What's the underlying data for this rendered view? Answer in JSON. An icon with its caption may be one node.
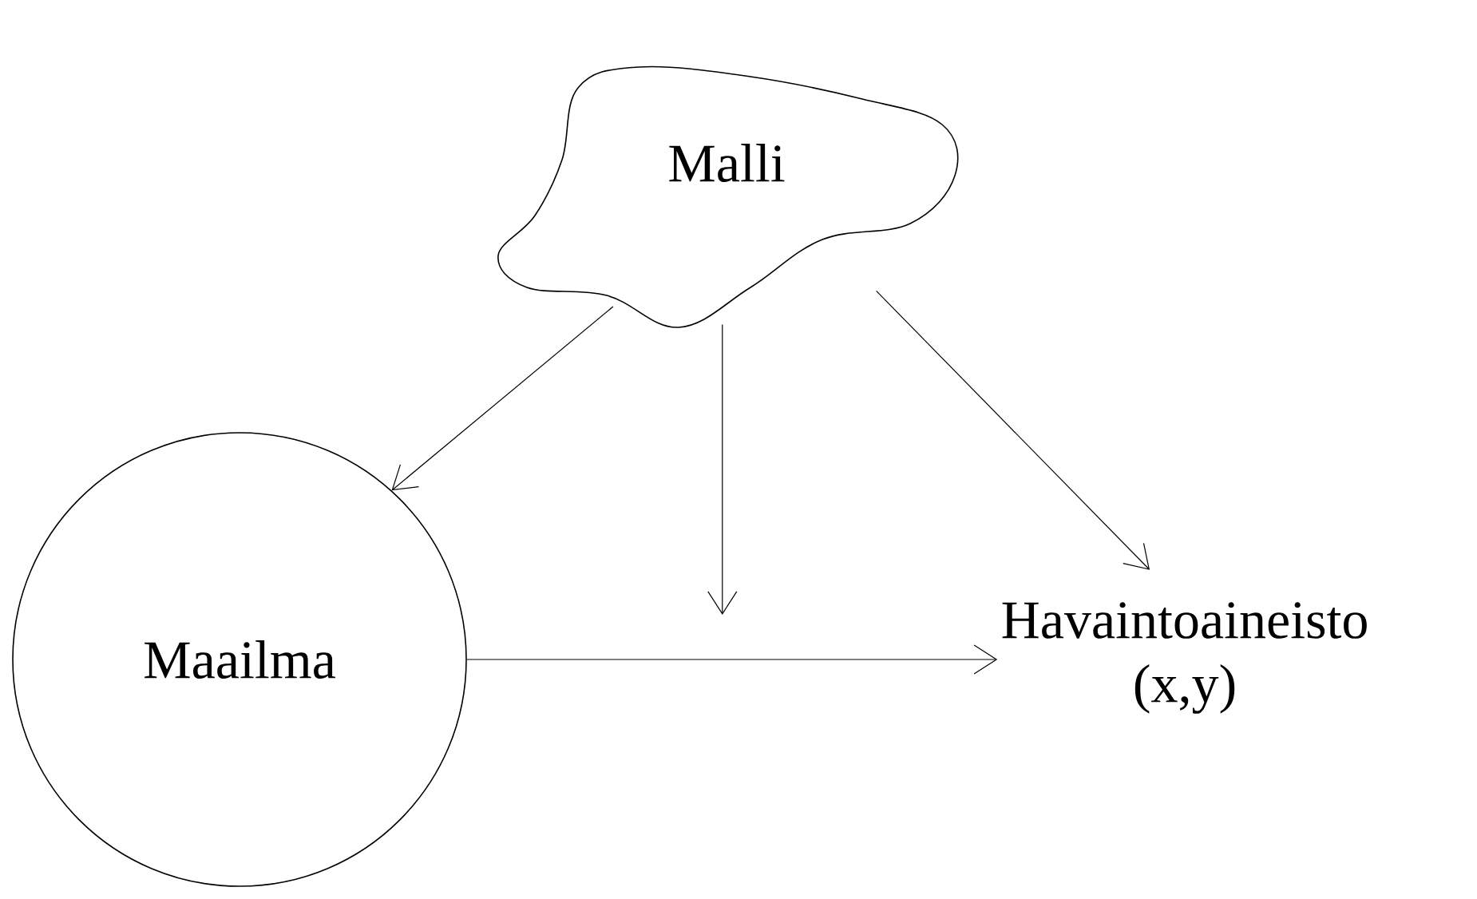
{
  "diagram": {
    "nodes": [
      {
        "text": [
          "Malli"
        ]
      },
      {
        "text": [
          "Maailma"
        ]
      },
      {
        "text": [
          "Havaintoaineisto",
          "(x,y)"
        ]
      }
    ],
    "edges": [
      {
        "from": 0,
        "to": 1,
        "arrow": "to"
      },
      {
        "from": 0,
        "to": null,
        "arrow": "to"
      },
      {
        "from": 0,
        "to": 2,
        "arrow": "to"
      },
      {
        "from": 1,
        "to": 2,
        "arrow": "to"
      }
    ]
  }
}
